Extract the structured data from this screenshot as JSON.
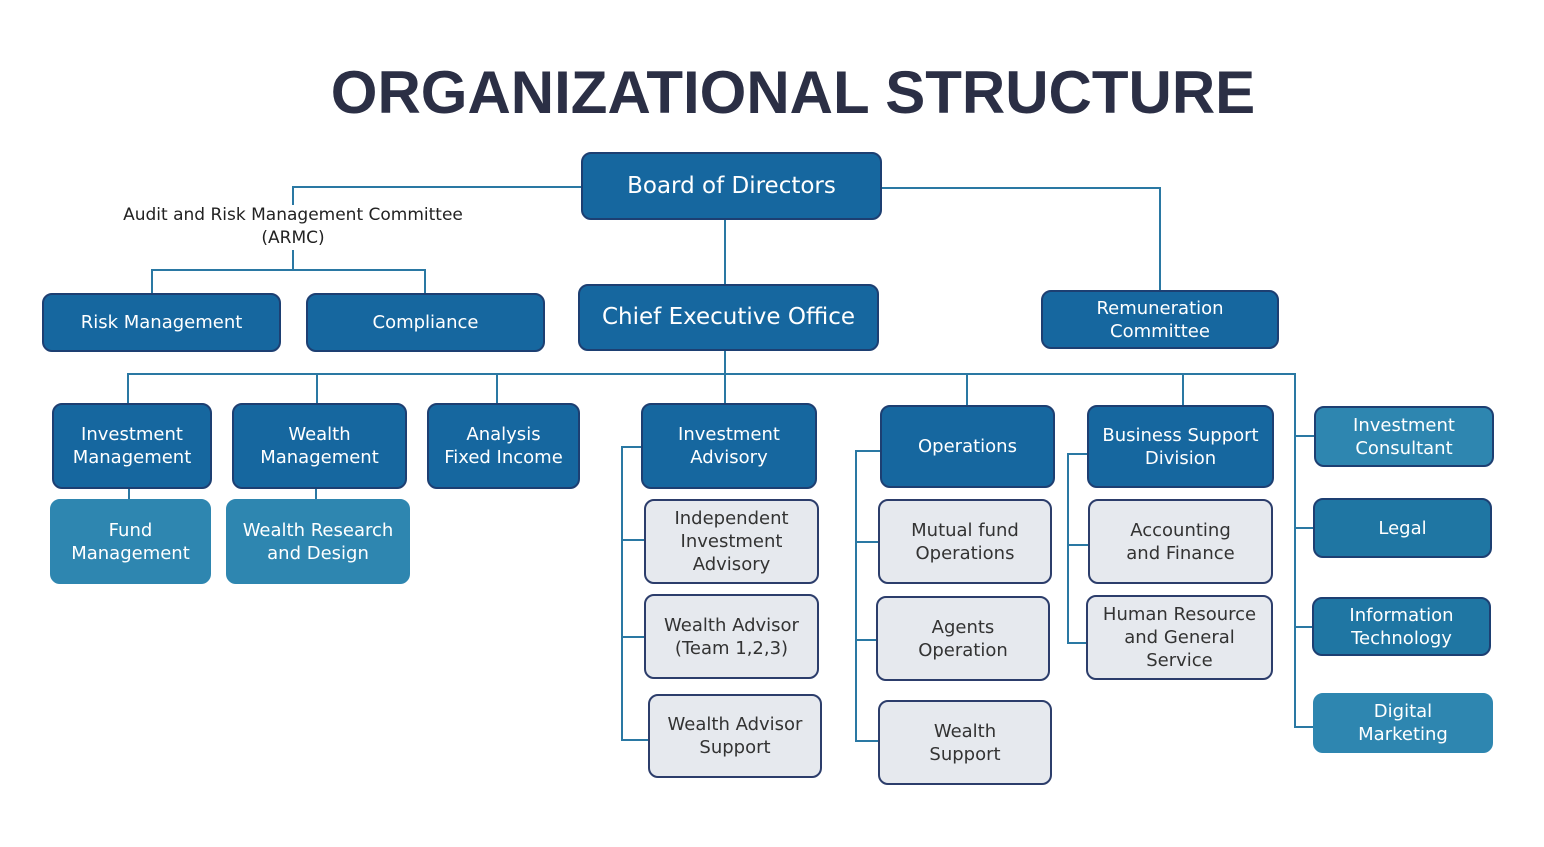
{
  "title": "ORGANIZATIONAL STRUCTURE",
  "board": "Board of Directors",
  "armc": "Audit and Risk Management Committee\n(ARMC)",
  "risk_management": "Risk Management",
  "compliance": "Compliance",
  "ceo": "Chief Executive Office",
  "remuneration": "Remuneration\nCommittee",
  "departments": {
    "investment_management": "Investment\nManagement",
    "fund_management": "Fund\nManagement",
    "wealth_management": "Wealth\nManagement",
    "wealth_research": "Wealth Research\nand Design",
    "analysis_fixed_income": "Analysis\nFixed Income",
    "investment_advisory": "Investment\nAdvisory",
    "independent_investment_advisory": "Independent\nInvestment\nAdvisory",
    "wealth_advisor_team": "Wealth Advisor\n(Team 1,2,3)",
    "wealth_advisor_support": "Wealth Advisor\nSupport",
    "operations": "Operations",
    "mutual_fund_operations": "Mutual fund\nOperations",
    "agents_operation": "Agents\nOperation",
    "wealth_support": "Wealth\nSupport",
    "business_support": "Business Support\nDivision",
    "accounting_finance": "Accounting\nand Finance",
    "hr_general_service": "Human Resource\nand General\nService",
    "investment_consultant": "Investment\nConsultant",
    "legal": "Legal",
    "information_technology": "Information\nTechnology",
    "digital_marketing": "Digital\nMarketing"
  },
  "colors": {
    "dark": "#16679f",
    "light": "#2e86b0",
    "grey": "#e6e9ee",
    "line": "#2a78a3",
    "title": "#2b2f45"
  }
}
